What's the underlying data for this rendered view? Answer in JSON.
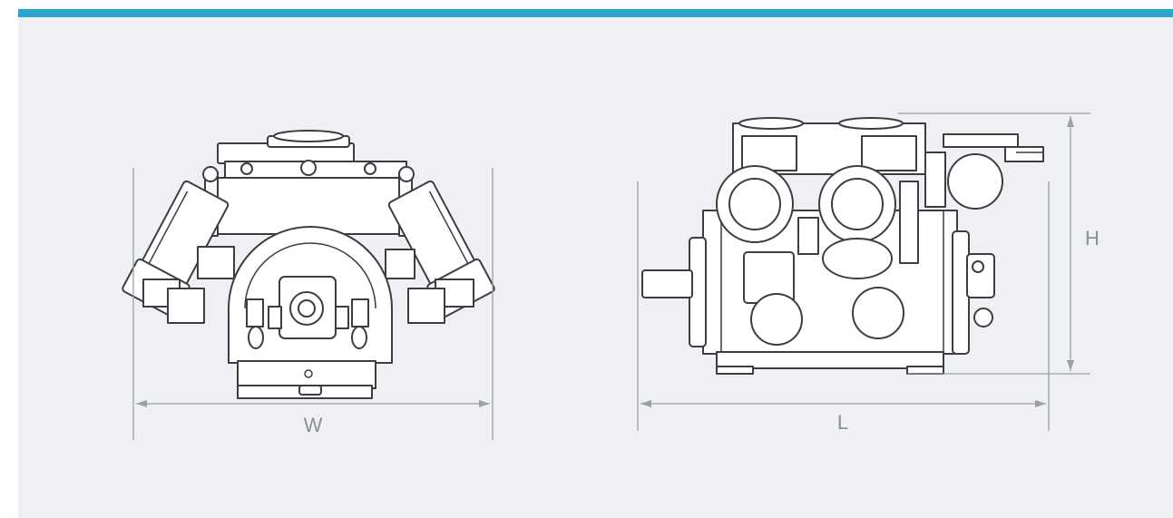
{
  "header": {
    "accent_color": "#2aa6c8",
    "panel_color": "#eef0f4"
  },
  "front_view": {
    "dimension_width_label": "W"
  },
  "side_view": {
    "dimension_length_label": "L",
    "dimension_height_label": "H"
  }
}
